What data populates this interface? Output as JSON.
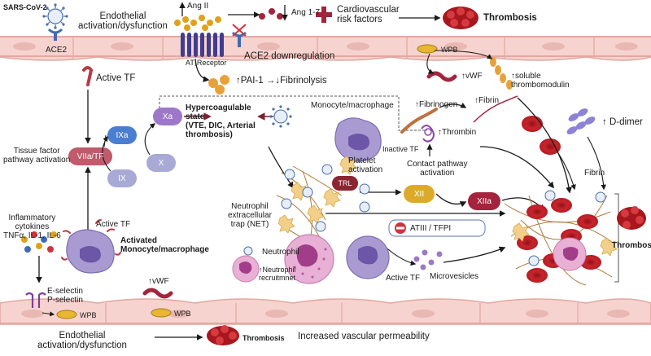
{
  "top": {
    "virus_label": "SARS-CoV-2",
    "ace2_label": "ACE2",
    "endothelial_label": "Endothelial\nactivation/dysfunction",
    "ang2_label": "Ang II",
    "ang17_label": "Ang 1-7",
    "cv_risk_label": "Cardiovascular\nrisk factors",
    "thrombosis_label": "Thrombosis",
    "at1_label": "AT₁Receptor",
    "ace2_down_label": "ACE2 downregulation",
    "wpb_label": "WPB"
  },
  "middle": {
    "active_tf_label": "Active TF",
    "pai_label": "↑PAI-1 →↓Fibrinolysis",
    "vwf_label": "↑vWF",
    "thrombomodulin_label": "↑soluble\nthrombomodulin",
    "hypercoag_label": "Hypercoagulable\nstate\n(VTE, DIC, Arterial\nthrombosis)",
    "mono_label": "Monocyte/macrophage",
    "inactive_tf_label": "Inactive TF",
    "fibrinogen_label": "↑Fibrinogen",
    "fibrin_label": "↑Fibrin",
    "thrombin_label": "↑Thrombin",
    "ddimer_label": "↑ D-dimer",
    "contact_label": "Contact pathway\nactivation",
    "fibrin2_label": "Fibrin",
    "xa_label": "Xa",
    "ixa_label": "IXa",
    "ix_label": "IX",
    "x_label": "X",
    "viia_label": "VIIa/TF",
    "tf_path_label": "Tissue factor\npathway activation",
    "platelet_label": "Platelet\nactivation",
    "trl_label": "TRL",
    "xii_label": "XII",
    "xiia_label": "XIIa",
    "net_label": "Neutrophil\nextracellular\ntrap (NET)",
    "atiii_label": "ATIII / TFPI",
    "thrombosis2_label": "Thrombosis"
  },
  "bottom": {
    "cytokines_label": "Inflammatory\ncytokines\nTNFα, IL-1, IL-6",
    "active_tf2_label": "Active TF",
    "activated_mono_label": "Activated\nMonocyte/macrophage",
    "eselectin_label": "E-selectin\nP-selectin",
    "wpb2_label": "WPB",
    "vwf2_label": "↑vWF",
    "wpb3_label": "WPB",
    "neutrophil_label": "Neutrophil",
    "recruit_label": "↑Neutrophil\nrecruitmnet",
    "active_tf3_label": "Active TF",
    "microvesicles_label": "Microvesicles",
    "endothelial2_label": "Endothelial\nactivation/dysfunction",
    "thrombosis3_label": "Thrombosis",
    "permeability_label": "Increased vascular permeability"
  },
  "colors": {
    "endothelium": "#f6d3cf",
    "endothelium_border": "#e3a7a0",
    "nucleus": "#e9b8b2",
    "factor_blue": "#4a7ed0",
    "factor_gray": "#a9a9d6",
    "xa_purple": "#9d78c9",
    "viia_red": "#c15a6b",
    "xii_gold": "#dcaa2b",
    "xiia_red": "#a3243c",
    "trl_red": "#8c2532",
    "monocyte": "#a99bd1",
    "neutrophil": "#e8b0d5",
    "rbc": "#c8242c",
    "platelet": "#f2d08a",
    "dark_red_arrow": "#7d2233"
  }
}
